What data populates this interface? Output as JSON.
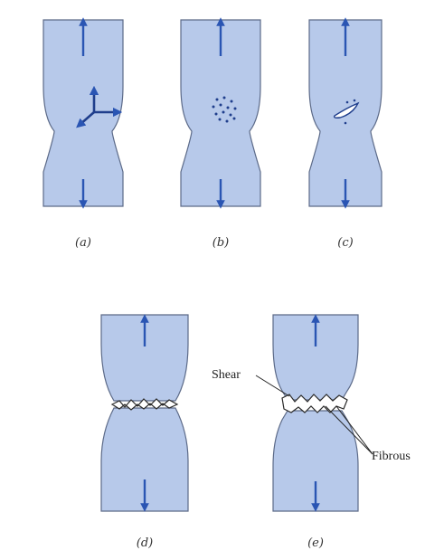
{
  "colors": {
    "specimen_fill": "#b7c9ea",
    "specimen_edge": "#5c6a88",
    "arrow": "#2a55b3",
    "feature": "#1f3e8c",
    "crack": "#ffffff",
    "text": "#222222"
  },
  "panels": {
    "a": {
      "caption": "(a)",
      "feature": "stress-axes"
    },
    "b": {
      "caption": "(b)",
      "feature": "microvoids"
    },
    "c": {
      "caption": "(c)",
      "feature": "crack-forming"
    },
    "d": {
      "caption": "(d)",
      "feature": "crack-propagation"
    },
    "e": {
      "caption": "(e)",
      "feature": "cup-and-cone-fracture"
    }
  },
  "labels": {
    "shear": "Shear",
    "fibrous": "Fibrous"
  }
}
